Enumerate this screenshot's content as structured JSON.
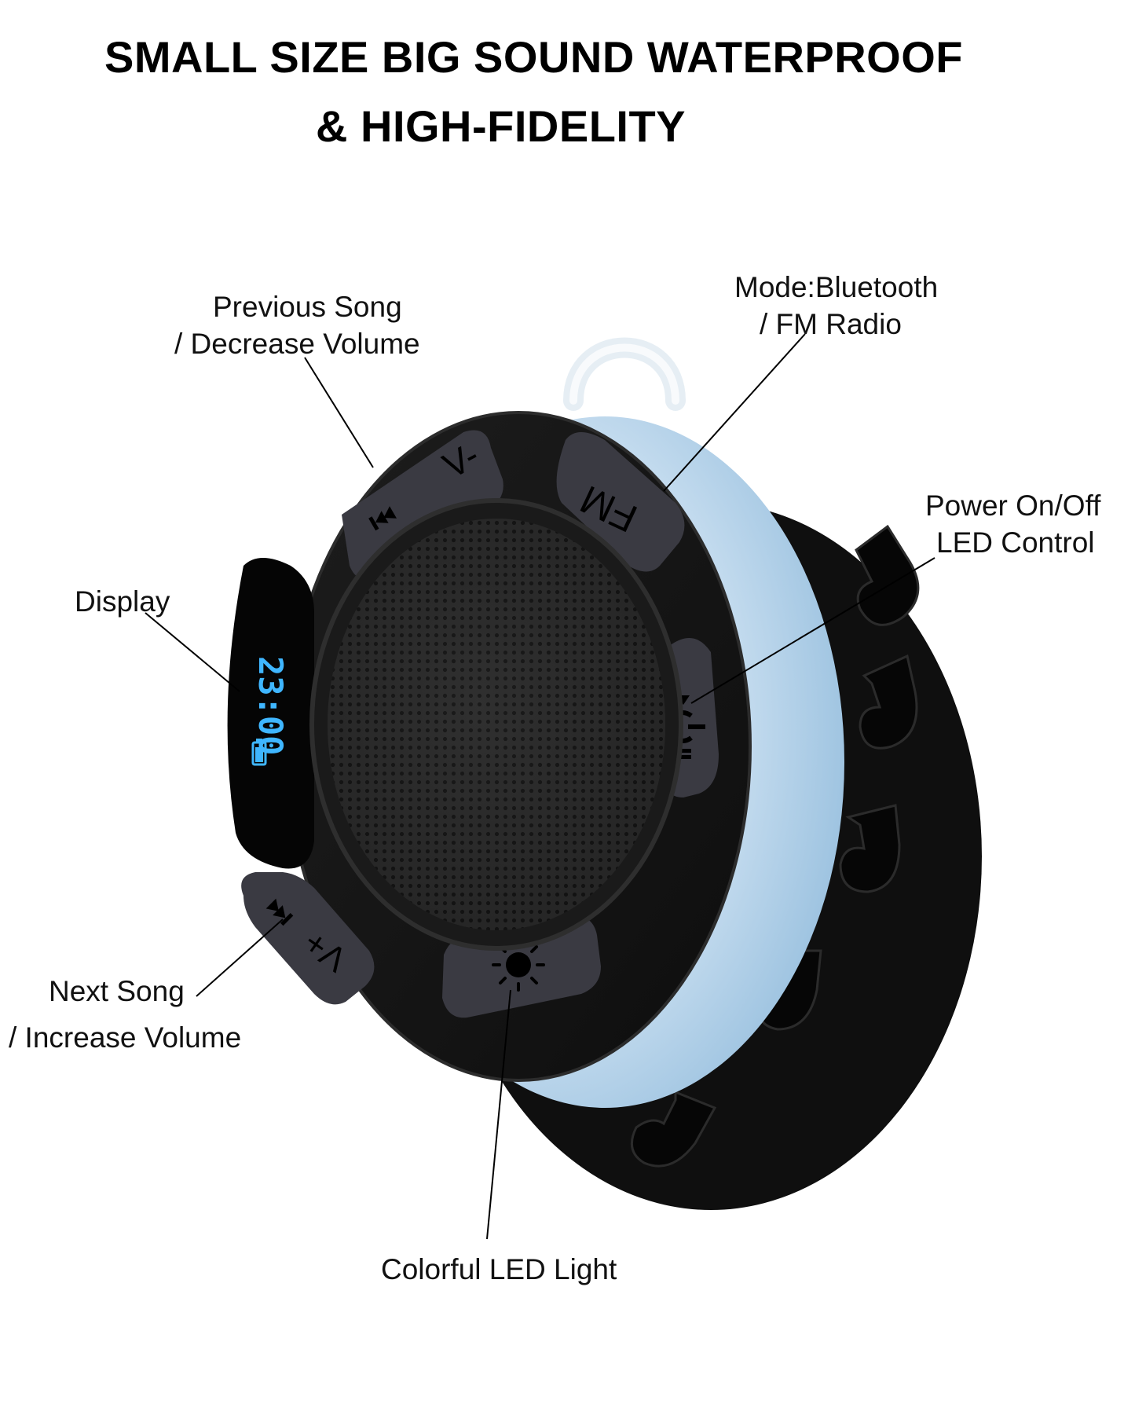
{
  "title": {
    "line1": "SMALL SIZE BIG SOUND WATERPROOF",
    "line2": "& HIGH-FIDELITY"
  },
  "callouts": {
    "previous": {
      "line1": "Previous Song",
      "line2": "/ Decrease Volume"
    },
    "mode": {
      "line1": "Mode:Bluetooth",
      "line2": "/ FM Radio"
    },
    "power": {
      "line1": "Power On/Off",
      "line2": "LED Control"
    },
    "display": {
      "line1": "Display"
    },
    "next": {
      "line1": "Next Song",
      "line2": "/ Increase Volume"
    },
    "led": {
      "line1": "Colorful LED Light"
    }
  },
  "device": {
    "display_time": "23:00",
    "buttons": {
      "volume_down": "V-",
      "fm": "FM",
      "volume_up": "V+"
    },
    "icons": [
      "previous-track-icon",
      "next-track-icon",
      "power-icon",
      "sun-light-icon",
      "battery-icon",
      "music-note-icon"
    ],
    "colors": {
      "body": "#131313",
      "button": "#3a3a42",
      "led_ring": "#a9cde6",
      "display_text": "#3fb6ff"
    }
  }
}
